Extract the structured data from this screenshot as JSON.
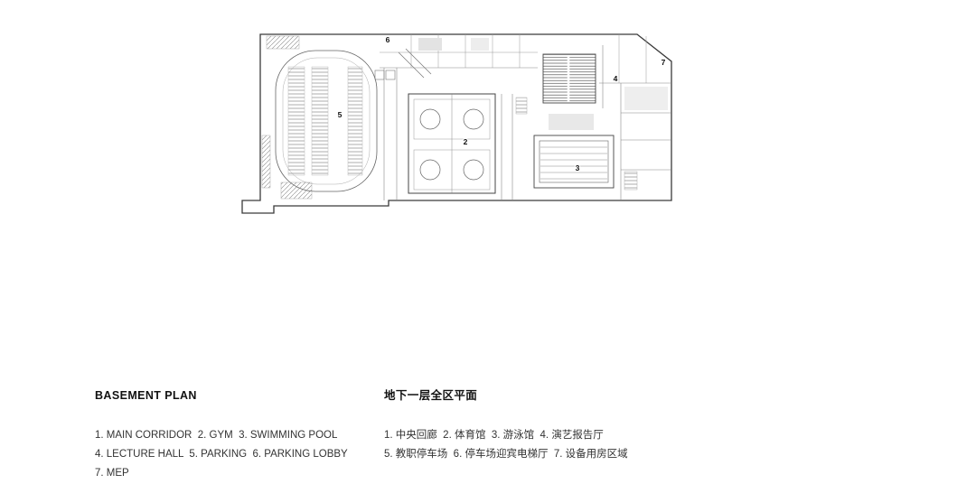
{
  "colors": {
    "ink": "#3a3a3a",
    "text": "#333333",
    "title": "#111111"
  },
  "plan_labels": {
    "gym": "2",
    "pool": "3",
    "lecture_hall": "4",
    "parking": "5",
    "parking_lobby": "6",
    "mep": "7"
  },
  "legend_en": {
    "title": "BASEMENT PLAN",
    "lines": [
      "1. MAIN CORRIDOR  2. GYM  3. SWIMMING POOL",
      "4. LECTURE HALL  5. PARKING  6. PARKING LOBBY",
      "7. MEP"
    ]
  },
  "legend_zh": {
    "title": "地下一层全区平面",
    "lines": [
      "1. 中央回廊  2. 体育馆  3. 游泳馆  4. 演艺报告厅",
      "5. 教职停车场  6. 停车场迎宾电梯厅  7. 设备用房区域"
    ]
  }
}
